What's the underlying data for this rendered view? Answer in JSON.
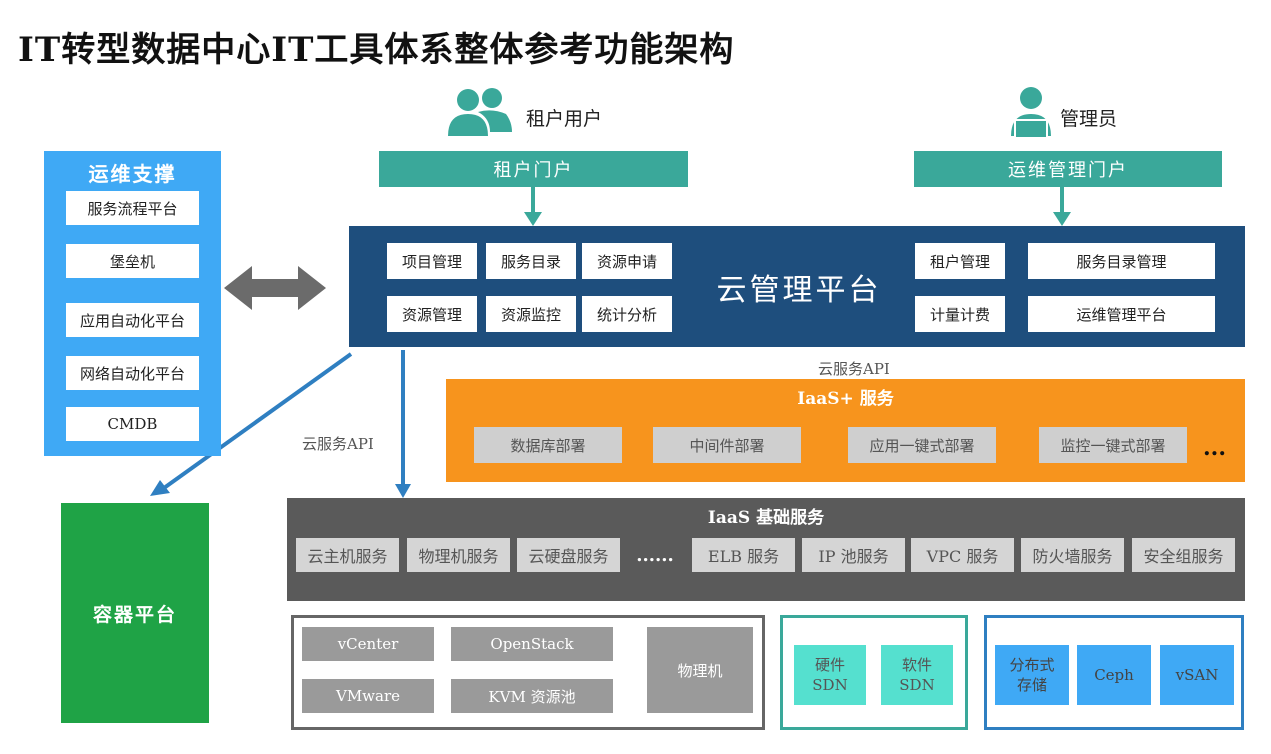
{
  "title": "IT转型数据中心IT工具体系整体参考功能架构",
  "tenant_user": {
    "label": "租户用户",
    "portal": "租户门户"
  },
  "admin": {
    "label": "管理员",
    "portal": "运维管理门户"
  },
  "ops_support": {
    "title": "运维支撑",
    "items": [
      "服务流程平台",
      "堡垒机",
      "应用自动化平台",
      "网络自动化平台",
      "CMDB"
    ]
  },
  "cmp": {
    "title": "云管理平台",
    "left_items": [
      "项目管理",
      "服务目录",
      "资源申请",
      "资源管理",
      "资源监控",
      "统计分析"
    ],
    "right_items": [
      "租户管理",
      "服务目录管理",
      "计量计费",
      "运维管理平台"
    ]
  },
  "api_label_top": "云服务API",
  "api_label_left": "云服务API",
  "iaas_plus": {
    "title": "IaaS+ 服务",
    "items": [
      "数据库部署",
      "中间件部署",
      "应用一键式部署",
      "监控一键式部署"
    ],
    "more": "..."
  },
  "iaas_base": {
    "title": "IaaS 基础服务",
    "items": [
      "云主机服务",
      "物理机服务",
      "云硬盘服务",
      "ELB 服务",
      "IP 池服务",
      "VPC 服务",
      "防火墙服务",
      "安全组服务"
    ],
    "ellipsis": "......"
  },
  "container": {
    "label": "容器平台"
  },
  "virtualization": {
    "items": [
      "vCenter",
      "OpenStack",
      "VMware",
      "KVM 资源池"
    ],
    "physical": "物理机"
  },
  "sdn": {
    "items": [
      "硬件\nSDN",
      "软件\nSDN"
    ]
  },
  "storage": {
    "items": [
      "分布式\n存储",
      "Ceph",
      "vSAN"
    ]
  },
  "colors": {
    "teal": "#3aa89a",
    "navy": "#1e4e7d",
    "orange": "#f7941d",
    "dark_gray": "#5a5a5a",
    "green": "#1fa346",
    "blue": "#3fa9f5",
    "arrow_blue": "#2f7fc1"
  }
}
